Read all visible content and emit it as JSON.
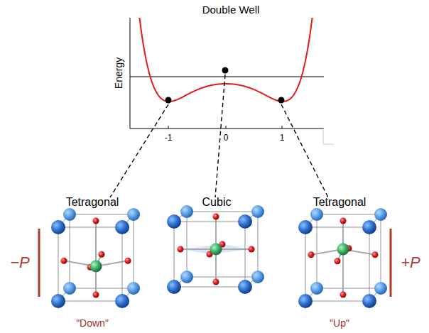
{
  "diagram": {
    "title": "Double Well",
    "labels": [
      "Energy",
      "-1",
      "0",
      "1",
      "Tetragonal",
      "Cubic",
      "Tetragonal",
      "−P",
      "+P",
      "\"Down\"",
      "\"Up\""
    ]
  }
}
